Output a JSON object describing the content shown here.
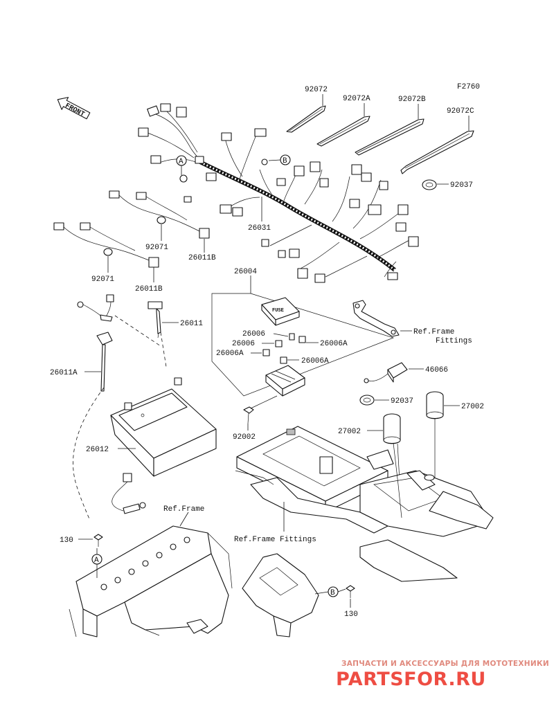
{
  "figure_code": "F2760",
  "front_arrow": "FRONT",
  "callouts": {
    "p92072": "92072",
    "p92072A": "92072A",
    "p92072B": "92072B",
    "p92072C": "92072C",
    "p92037_top": "92037",
    "p26031": "26031",
    "p92071_a": "92071",
    "p26011B_a": "26011B",
    "p92071_b": "92071",
    "p26011B_b": "26011B",
    "p26004": "26004",
    "p26011": "26011",
    "p26006": "26006",
    "p26006_2": "26006",
    "p26006A_1": "26006A",
    "p26006A_2": "26006A",
    "p26006A_3": "26006A",
    "p26011A": "26011A",
    "p46066": "46066",
    "p92037_mid": "92037",
    "p27002_r": "27002",
    "p27002_l": "27002",
    "p92002": "92002",
    "p26012": "26012",
    "p130_a": "130",
    "p130_b": "130"
  },
  "references": {
    "frame_fittings_1": "Ref.Frame",
    "frame_fittings_2": "Fittings",
    "ref_frame": "Ref.Frame",
    "ref_frame_fittings": "Ref.Frame Fittings"
  },
  "markers": {
    "a": "A",
    "b": "B"
  },
  "fuse_label": "FUSE",
  "watermark": {
    "top": "ЗАПЧАСТИ И АКСЕССУАРЫ ДЛЯ МОТОТЕХНИКИ",
    "brand": "PARTSFOR.RU"
  },
  "colors": {
    "line": "#111111",
    "watermark_light": "#e0897d",
    "watermark_brand": "#ee4d43"
  }
}
